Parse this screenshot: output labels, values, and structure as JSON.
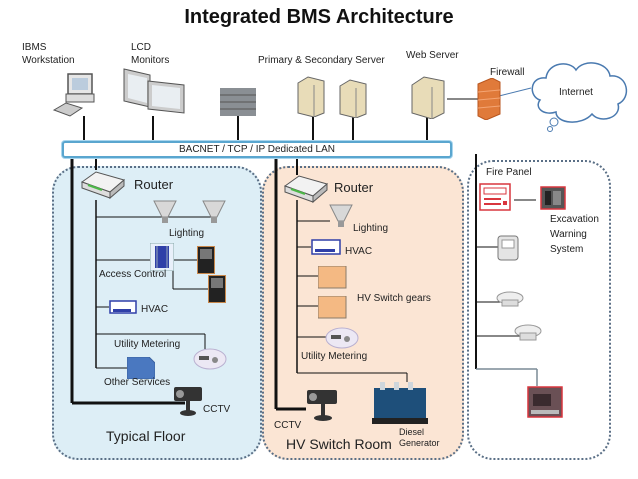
{
  "title": "Integrated BMS Architecture",
  "top_devices": {
    "ibms_workstation": {
      "line1": "IBMS",
      "line2": "Workstation"
    },
    "lcd_monitors": {
      "line1": "LCD",
      "line2": "Monitors"
    },
    "servers": "Primary & Secondary Server",
    "web_server": "Web Server",
    "firewall": "Firewall",
    "internet": "Internet"
  },
  "lan": {
    "label": "BACNET / TCP / IP  Dedicated LAN"
  },
  "zones": {
    "typical_floor": {
      "title": "Typical Floor",
      "router": "Router",
      "lighting": "Lighting",
      "access_control": "Access Control",
      "hvac": "HVAC",
      "utility_metering": "Utility Metering",
      "other_services": "Other Services",
      "cctv": "CCTV"
    },
    "hv_switch_room": {
      "title": "HV Switch Room",
      "router": "Router",
      "lighting": "Lighting",
      "hvac": "HVAC",
      "hv_switch_gears": "HV Switch gears",
      "utility_metering": "Utility Metering",
      "cctv": "CCTV",
      "diesel_generator": {
        "line1": "Diesel",
        "line2": "Generator"
      }
    },
    "fire": {
      "fire_panel": "Fire Panel",
      "excavation": {
        "line1": "Excavation",
        "line2": "Warning",
        "line3": "System"
      }
    }
  },
  "colors": {
    "typical_floor_bg": "#ddeef6",
    "hv_room_bg": "#fbe5d4",
    "lan_border": "#5aa6cf",
    "firewall": "#e07a3a",
    "fire_red": "#d9363e"
  }
}
